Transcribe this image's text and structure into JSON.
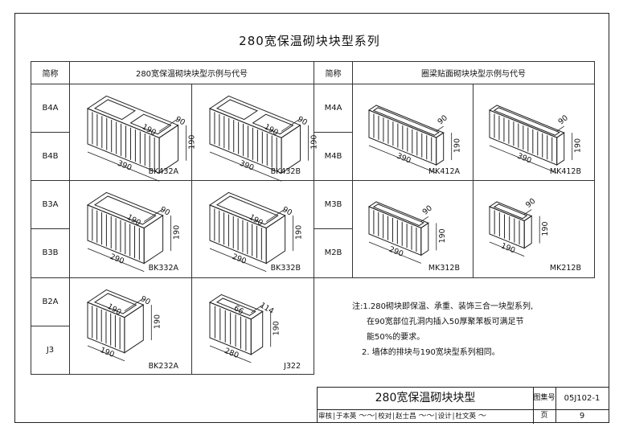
{
  "page_title": "280宽保温砌块块型系列",
  "table": {
    "h_code": "简称",
    "h_left": "280宽保温砌块块型示例与代号",
    "h_code2": "简称",
    "h_right": "圈梁贴面砌块块型示例与代号",
    "left_codes": [
      "B4A",
      "B4B",
      "B3A",
      "B3B",
      "B2A",
      "J3"
    ],
    "right_codes": [
      "M4A",
      "M4B",
      "M3B",
      "M2B"
    ],
    "left_figs": [
      {
        "label": "BK432A",
        "dims": [
          "190",
          "90",
          "190",
          "390"
        ]
      },
      {
        "label": "BK432B",
        "dims": [
          "190",
          "90",
          "190",
          "390"
        ]
      },
      {
        "label": "BK332A",
        "dims": [
          "190",
          "90",
          "190",
          "290"
        ]
      },
      {
        "label": "BK332B",
        "dims": [
          "190",
          "90",
          "190",
          "290"
        ]
      },
      {
        "label": "BK232A",
        "dims": [
          "190",
          "90",
          "190",
          "190"
        ]
      },
      {
        "label": "J322",
        "dims": [
          "66",
          "114",
          "190",
          "280"
        ]
      }
    ],
    "right_figs": [
      {
        "label": "MK412A",
        "dims": [
          "90",
          "190",
          "390"
        ]
      },
      {
        "label": "MK412B",
        "dims": [
          "90",
          "190",
          "390"
        ]
      },
      {
        "label": "MK312B",
        "dims": [
          "90",
          "190",
          "290"
        ]
      },
      {
        "label": "MK212B",
        "dims": [
          "90",
          "190",
          "190"
        ]
      }
    ]
  },
  "notes": {
    "l1": "注:1.280砌块即保温、承重、装饰三合一块型系列,",
    "l2": "在90宽部位孔洞内插入50厚聚苯板可满足节",
    "l3": "能50%的要求。",
    "l4": "2. 墙体的排块与190宽块型系列相同。"
  },
  "title_block": {
    "title": "280宽保温砌块块型",
    "atlas_label": "图集号",
    "atlas_no": "05J102-1",
    "page_label": "页",
    "page_no": "9",
    "review": "审核",
    "review_name": "于本英",
    "check": "校对",
    "check_name": "赵士昌",
    "design": "设计",
    "design_name": "杜文英"
  }
}
